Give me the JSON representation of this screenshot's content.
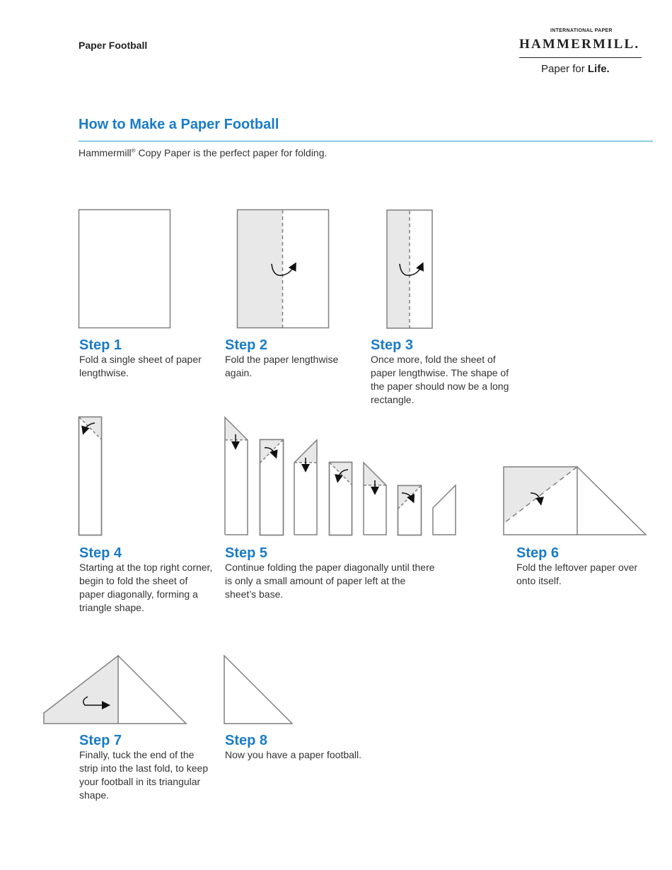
{
  "header": {
    "doc_label": "Paper Football",
    "logo": {
      "top_line": "INTERNATIONAL PAPER",
      "brand": "HAMMERMILL.",
      "tagline_prefix": "Paper for ",
      "tagline_bold": "Life."
    }
  },
  "title": "How to Make a Paper Football",
  "intro": {
    "prefix": "Hammermill",
    "reg": "®",
    "suffix": " Copy Paper is the perfect paper for folding."
  },
  "colors": {
    "accent": "#1a7cc7",
    "rule": "#2a9fd6",
    "fold_fill": "#e8e8e8",
    "outline": "#808080"
  },
  "steps": [
    {
      "heading": "Step 1",
      "text": "Fold a single sheet of paper lengthwise."
    },
    {
      "heading": "Step 2",
      "text": "Fold the paper lengthwise again."
    },
    {
      "heading": "Step 3",
      "text": "Once more, fold the sheet of paper lengthwise. The shape of the paper should now be a long rectangle."
    },
    {
      "heading": "Step 4",
      "text": "Starting at the top right corner, begin to fold the sheet of paper diagonally, forming a triangle shape."
    },
    {
      "heading": "Step 5",
      "text": "Continue folding the paper diagonally until there is only a small amount of paper left at the sheet’s base."
    },
    {
      "heading": "Step 6",
      "text": "Fold the leftover paper over onto itself."
    },
    {
      "heading": "Step 7",
      "text": "Finally, tuck the end of the strip into the last fold, to keep your football in its triangular shape."
    },
    {
      "heading": "Step 8",
      "text": "Now you have a paper football."
    }
  ]
}
